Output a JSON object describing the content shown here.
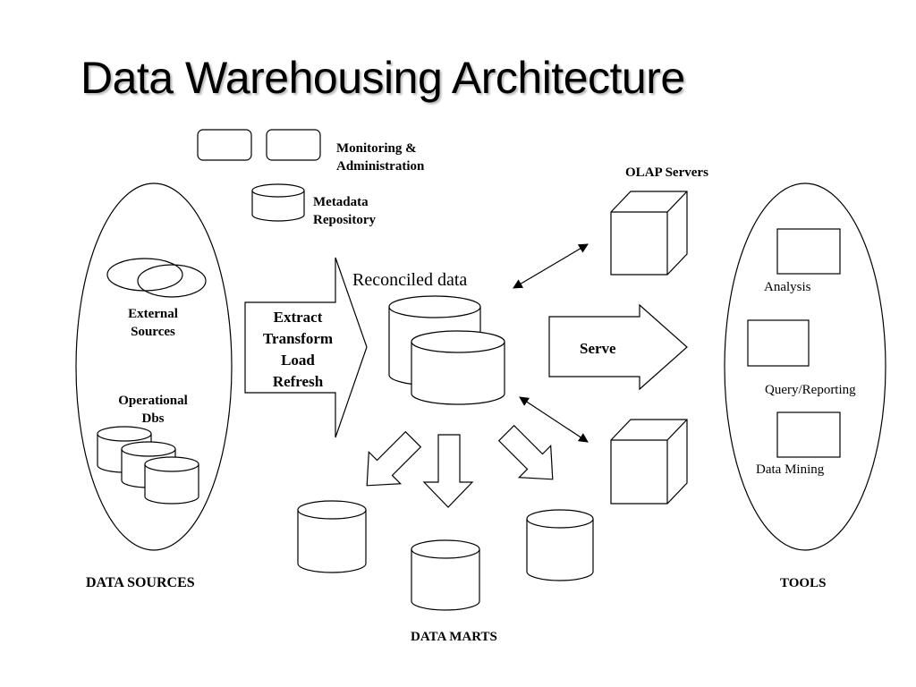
{
  "title": "Data Warehousing Architecture",
  "labels": {
    "monitoring_line1": "Monitoring &",
    "monitoring_line2": "Administration",
    "metadata_line1": "Metadata",
    "metadata_line2": "Repository",
    "olap_servers": "OLAP Servers",
    "reconciled_data": "Reconciled data",
    "external_line1": "External",
    "external_line2": "Sources",
    "operational_line1": "Operational",
    "operational_line2": "Dbs",
    "etl_line1": "Extract",
    "etl_line2": "Transform",
    "etl_line3": "Load",
    "etl_line4": "Refresh",
    "serve": "Serve",
    "analysis": "Analysis",
    "query_reporting": "Query/Reporting",
    "data_mining": "Data Mining",
    "data_sources": "DATA SOURCES",
    "tools": "TOOLS",
    "data_marts": "DATA MARTS"
  }
}
